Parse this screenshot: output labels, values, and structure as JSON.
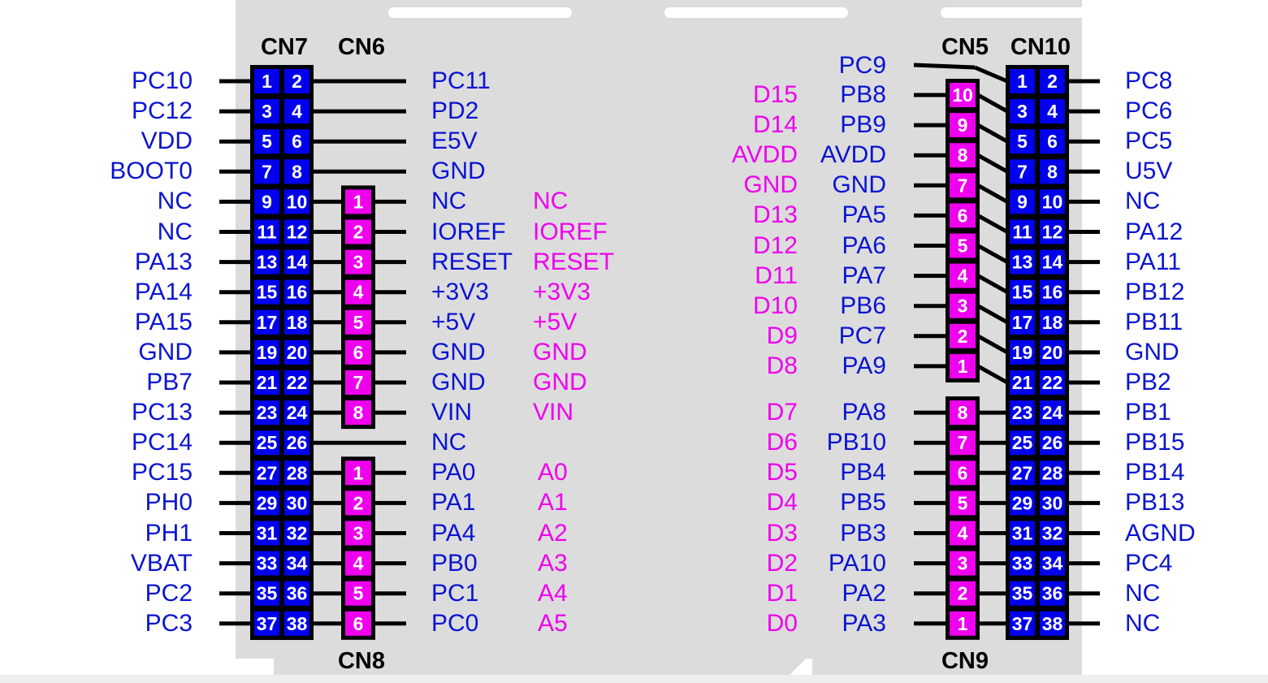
{
  "connectors": {
    "cn7": "CN7",
    "cn6": "CN6",
    "cn8": "CN8",
    "cn5": "CN5",
    "cn10": "CN10",
    "cn9": "CN9"
  },
  "colors": {
    "morpho_pin": "#0000ee",
    "arduino_pin": "#ee00ee",
    "morpho_text": "#0a14d2",
    "arduino_text": "#ee00ee",
    "board": "#dcdcdc"
  },
  "cn7_left_labels": [
    "PC10",
    "PC12",
    "VDD",
    "BOOT0",
    "NC",
    "NC",
    "PA13",
    "PA14",
    "PA15",
    "GND",
    "PB7",
    "PC13",
    "PC14",
    "PC15",
    "PH0",
    "PH1",
    "VBAT",
    "PC2",
    "PC3"
  ],
  "cn7_pin_numbers": [
    [
      "1",
      "2"
    ],
    [
      "3",
      "4"
    ],
    [
      "5",
      "6"
    ],
    [
      "7",
      "8"
    ],
    [
      "9",
      "10"
    ],
    [
      "11",
      "12"
    ],
    [
      "13",
      "14"
    ],
    [
      "15",
      "16"
    ],
    [
      "17",
      "18"
    ],
    [
      "19",
      "20"
    ],
    [
      "21",
      "22"
    ],
    [
      "23",
      "24"
    ],
    [
      "25",
      "26"
    ],
    [
      "27",
      "28"
    ],
    [
      "29",
      "30"
    ],
    [
      "31",
      "32"
    ],
    [
      "33",
      "34"
    ],
    [
      "35",
      "36"
    ],
    [
      "37",
      "38"
    ]
  ],
  "cn7_right_labels": [
    "PC11",
    "PD2",
    "E5V",
    "GND",
    "NC",
    "IOREF",
    "RESET",
    "+3V3",
    "+5V",
    "GND",
    "GND",
    "VIN",
    "NC",
    "PA0",
    "PA1",
    "PA4",
    "PB0",
    "PC1",
    "PC0"
  ],
  "cn6_pins": [
    "1",
    "2",
    "3",
    "4",
    "5",
    "6",
    "7",
    "8"
  ],
  "cn6_arduino_labels": [
    "NC",
    "IOREF",
    "RESET",
    "+3V3",
    "+5V",
    "GND",
    "GND",
    "VIN"
  ],
  "cn8_pins": [
    "1",
    "2",
    "3",
    "4",
    "5",
    "6"
  ],
  "cn8_arduino_labels": [
    "A0",
    "A1",
    "A2",
    "A3",
    "A4",
    "A5"
  ],
  "cn10_pin_numbers": [
    [
      "1",
      "2"
    ],
    [
      "3",
      "4"
    ],
    [
      "5",
      "6"
    ],
    [
      "7",
      "8"
    ],
    [
      "9",
      "10"
    ],
    [
      "11",
      "12"
    ],
    [
      "13",
      "14"
    ],
    [
      "15",
      "16"
    ],
    [
      "17",
      "18"
    ],
    [
      "19",
      "20"
    ],
    [
      "21",
      "22"
    ],
    [
      "23",
      "24"
    ],
    [
      "25",
      "26"
    ],
    [
      "27",
      "28"
    ],
    [
      "29",
      "30"
    ],
    [
      "31",
      "32"
    ],
    [
      "33",
      "34"
    ],
    [
      "35",
      "36"
    ],
    [
      "37",
      "38"
    ]
  ],
  "cn10_right_labels": [
    "PC8",
    "PC6",
    "PC5",
    "U5V",
    "NC",
    "PA12",
    "PA11",
    "PB12",
    "PB11",
    "GND",
    "PB2",
    "PB1",
    "PB15",
    "PB14",
    "PB13",
    "AGND",
    "PC4",
    "NC",
    "NC"
  ],
  "cn10_left_top": [
    "PC9",
    "PB8",
    "PB9",
    "AVDD",
    "GND",
    "PA5",
    "PA6",
    "PA7",
    "PB6",
    "PC7",
    "PA9"
  ],
  "cn10_left_bottom": [
    "PA8",
    "PB10",
    "PB4",
    "PB5",
    "PB3",
    "PA10",
    "PA2",
    "PA3"
  ],
  "cn5_pins": [
    "10",
    "9",
    "8",
    "7",
    "6",
    "5",
    "4",
    "3",
    "2",
    "1"
  ],
  "cn5_arduino_labels": [
    "D15",
    "D14",
    "AVDD",
    "GND",
    "D13",
    "D12",
    "D11",
    "D10",
    "D9",
    "D8"
  ],
  "cn9_pins": [
    "8",
    "7",
    "6",
    "5",
    "4",
    "3",
    "2",
    "1"
  ],
  "cn9_arduino_labels": [
    "D7",
    "D6",
    "D5",
    "D4",
    "D3",
    "D2",
    "D1",
    "D0"
  ]
}
